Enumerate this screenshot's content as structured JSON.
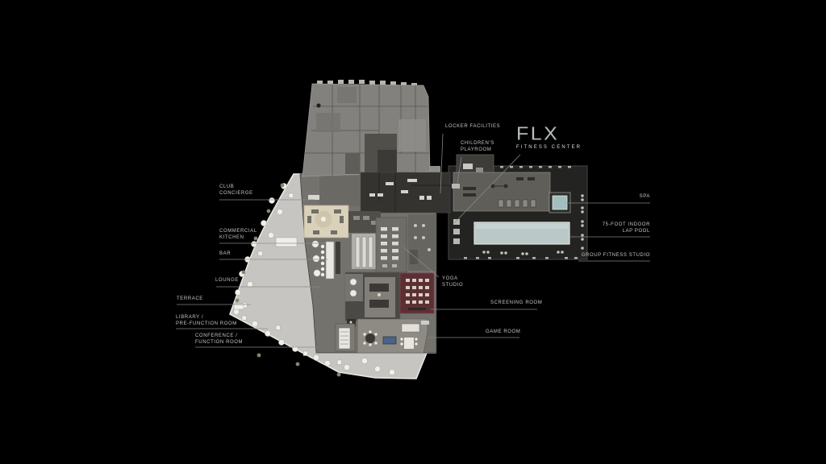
{
  "logo": {
    "text": "FLX",
    "subtitle": "FITNESS CENTER"
  },
  "labels": {
    "club_concierge": "CLUB\nCONCIERGE",
    "commercial_kitchen": "COMMERCIAL\nKITCHEN",
    "bar": "BAR",
    "lounge": "LOUNGE",
    "terrace": "TERRACE",
    "library_prefunction": "LIBRARY /\nPRE-FUNCTION ROOM",
    "conference_function": "CONFERENCE /\nFUNCTION ROOM",
    "locker_facilities": "LOCKER FACILITIES",
    "childrens_playroom": "CHILDREN'S\nPLAYROOM",
    "spa": "SPA",
    "lap_pool": "75-FOOT INDOOR\nLAP POOL",
    "group_fitness_studio": "GROUP FITNESS STUDIO",
    "yoga_studio": "YOGA\nSTUDIO",
    "screening_room": "SCREENING ROOM",
    "game_room": "GAME ROOM"
  },
  "colors": {
    "background": "#000000",
    "logo": "#b5bbbe",
    "label_text": "#c6c5c3",
    "leader_line": "#8b8b89",
    "terrace": "#c6c5c1",
    "indoor_floor": "#74726d",
    "tower_floor": "#83817d",
    "fitness_wing": "#232321",
    "pool_water": "#bac8c7",
    "spa_water": "#a4bdbf",
    "screening_room": "#5b3034",
    "game_table_blue": "#49648b",
    "concierge_lounge_beige": "#dad1bb"
  }
}
